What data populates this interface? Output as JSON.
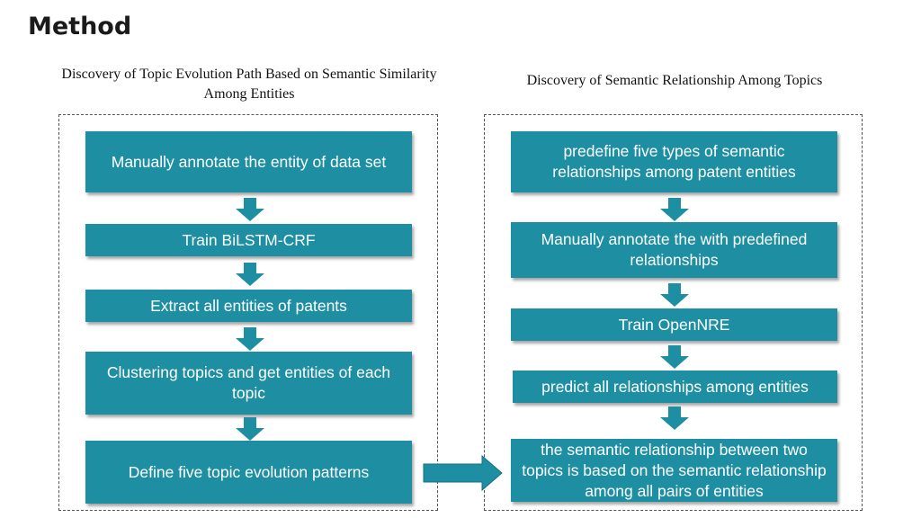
{
  "title": "Method",
  "left": {
    "heading": "Discovery of Topic Evolution Path Based on Semantic Similarity Among Entities",
    "steps": [
      "Manually annotate the entity of data set",
      "Train BiLSTM-CRF",
      "Extract all entities of patents",
      "Clustering topics and get entities of each topic",
      "Define five topic evolution patterns"
    ]
  },
  "right": {
    "heading": "Discovery of Semantic Relationship Among Topics",
    "steps": [
      "predefine five types of semantic relationships among patent entities",
      "Manually annotate the with predefined relationships",
      "Train OpenNRE",
      "predict all relationships among entities",
      "the semantic relationship between two topics is based on the semantic relationship among all pairs of entities"
    ]
  },
  "colors": {
    "box": "#1e8fa2",
    "arrow": "#1e8fa2",
    "box_text": "#ffffff"
  }
}
